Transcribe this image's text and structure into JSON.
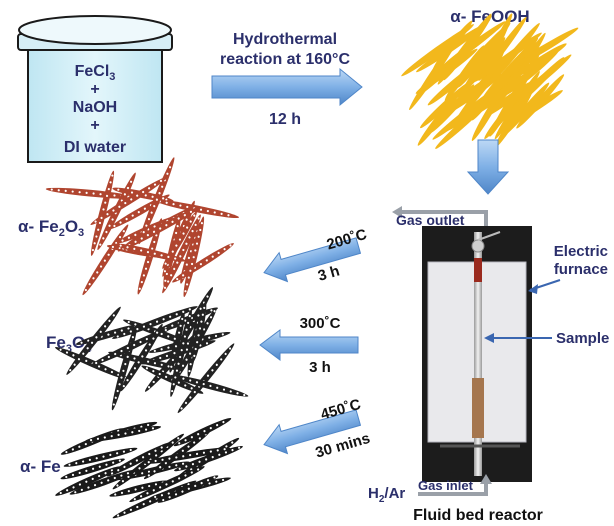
{
  "beaker": {
    "line1": "FeCl",
    "line1_sub": "3",
    "plus1": "+",
    "line2": "NaOH",
    "plus2": "+",
    "line3": "DI water"
  },
  "step1": {
    "label_line1": "Hydrothermal",
    "label_line2": "reaction at 160°C",
    "time": "12 h"
  },
  "feooh_label": "α- FeOOH",
  "reactor": {
    "gas_outlet": "Gas outlet",
    "furnace_line1": "Electric",
    "furnace_line2": "furnace",
    "sample": "Sample",
    "gas_inlet": "Gas inlet",
    "h2ar_main": "H",
    "h2ar_sub": "2",
    "h2ar_tail": "/Ar",
    "title": "Fluid bed reactor"
  },
  "steps": [
    {
      "temp": "200˚C",
      "time": "3 h"
    },
    {
      "temp": "300˚C",
      "time": "3 h"
    },
    {
      "temp": "450˚C",
      "time": "30 mins"
    }
  ],
  "products": {
    "fe2o3_prefix": "α- Fe",
    "fe2o3_sub1": "2",
    "fe2o3_mid": "O",
    "fe2o3_sub2": "3",
    "fe3o4_prefix": "Fe",
    "fe3o4_sub1": "3",
    "fe3o4_mid": "O",
    "fe3o4_sub2": "4",
    "fe": "α- Fe"
  },
  "colors": {
    "arrow": "#7fb0e6",
    "navy_text": "#2b2f6b",
    "feooh_rods": "#f2b81c",
    "fe2o3_rods": "#b0452f",
    "fe3o4_rods": "#222222",
    "fe_rods": "#1a1a1a",
    "beaker_fill": "#cfeef6"
  }
}
